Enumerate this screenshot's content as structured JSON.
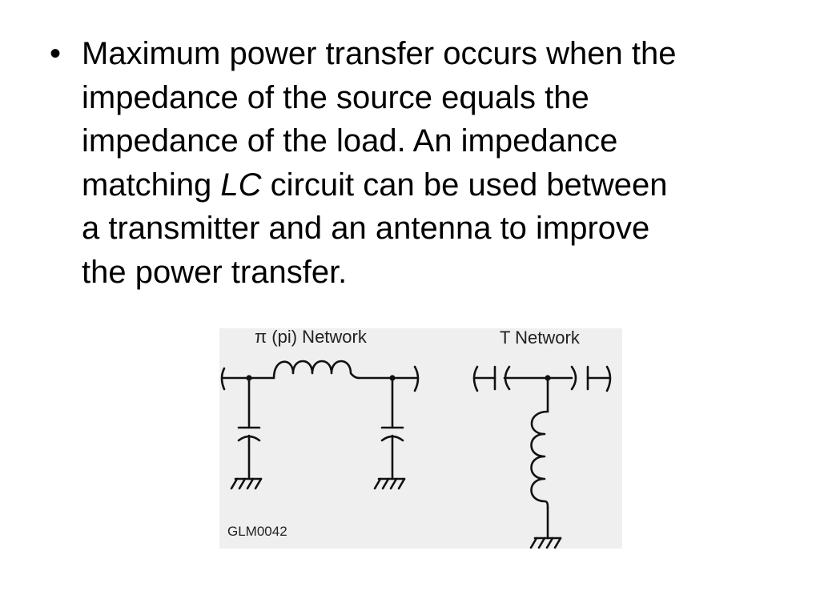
{
  "bullet": {
    "symbol": "•",
    "lines": [
      "Maximum power transfer occurs when the",
      "impedance of the source equals the",
      "impedance of the load.  An impedance",
      "matching ",
      "LC",
      " circuit can be used between",
      "a transmitter and an antenna to improve",
      "the power transfer."
    ]
  },
  "figure": {
    "pi_title": "π (pi) Network",
    "t_title": "T Network",
    "figure_id": "GLM0042",
    "background_color": "#efefef",
    "line_color": "#111111"
  }
}
